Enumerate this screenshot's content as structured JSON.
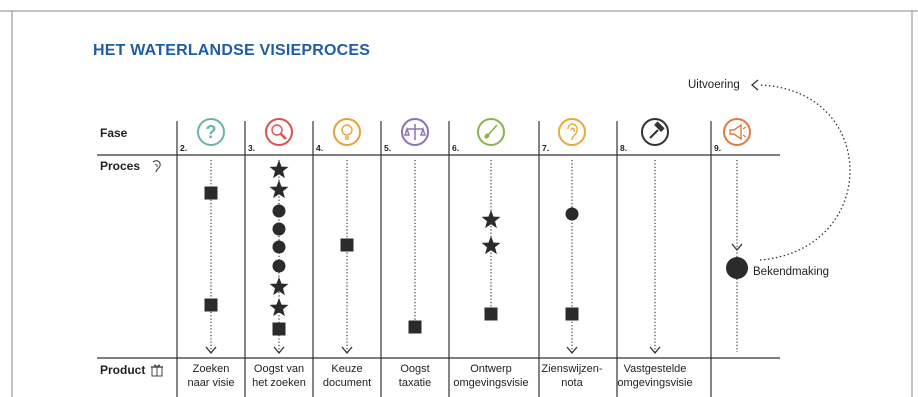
{
  "title": "HET WATERLANDSE VISIEPROCES",
  "rows": {
    "fase": "Fase",
    "proces": "Proces",
    "product": "Product"
  },
  "colors": {
    "title": "#1f5da8",
    "line": "#333333",
    "marker": "#2b2b2b"
  },
  "phases": [
    {
      "num": "2.",
      "icon": "question-icon",
      "color": "#6cb3ac",
      "product": [
        "Zoeken",
        "naar visie"
      ],
      "markers": [
        "square",
        "square"
      ],
      "arrow": true
    },
    {
      "num": "3.",
      "icon": "magnifier-icon",
      "color": "#d9534f",
      "product": [
        "Oogst van",
        "het zoeken"
      ],
      "markers": [
        "star",
        "star",
        "circle",
        "circle",
        "circle",
        "circle",
        "star",
        "star",
        "square"
      ],
      "arrow": true
    },
    {
      "num": "4.",
      "icon": "lightbulb-icon",
      "color": "#e8a13a",
      "product": [
        "Keuze",
        "document"
      ],
      "markers": [
        "square"
      ],
      "arrow": true
    },
    {
      "num": "5.",
      "icon": "balance-icon",
      "color": "#8c72b8",
      "product": [
        "Oogst",
        "taxatie"
      ],
      "markers": [
        "square"
      ],
      "arrow": false
    },
    {
      "num": "6.",
      "icon": "shovel-icon",
      "color": "#8bb34a",
      "product": [
        "Ontwerp",
        "omgevingsvisie"
      ],
      "markers": [
        "star",
        "star",
        "square"
      ],
      "arrow": false
    },
    {
      "num": "7.",
      "icon": "ear-icon",
      "color": "#e9a93a",
      "product": [
        "Zienswijzen-",
        "nota"
      ],
      "markers": [
        "circle",
        "square"
      ],
      "arrow": true
    },
    {
      "num": "8.",
      "icon": "hammer-icon",
      "color": "#333333",
      "product": [
        "Vastgestelde",
        "omgevingsvisie"
      ],
      "markers": [],
      "arrow": true
    },
    {
      "num": "9.",
      "icon": "megaphone-icon",
      "color": "#e07a3e",
      "product": [
        "",
        ""
      ],
      "markers": [
        "bigcircle"
      ],
      "arrow": true
    }
  ],
  "annotations": {
    "uitvoering": "Uitvoering",
    "bekendmaking": "Bekendmaking"
  }
}
